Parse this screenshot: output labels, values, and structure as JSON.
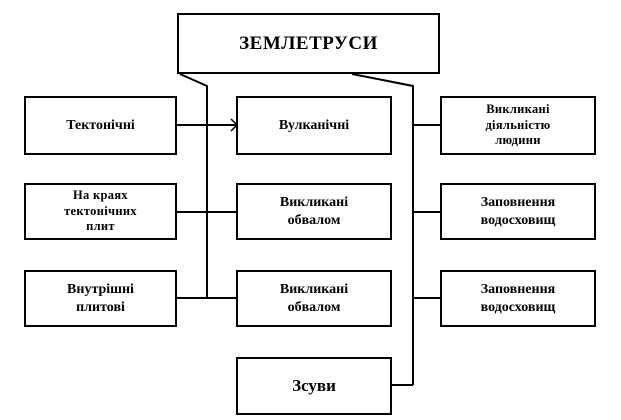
{
  "title": "ЗЕМЛЕТРУСИ",
  "left_column": [
    "Тектонічні",
    "На краях\nтектонічних\nплит",
    "Внутрішні\nплитові"
  ],
  "middle_column": [
    "Вулканічні",
    "Викликані\nобвалом",
    "Викликані\nобвалом",
    "Зсуви"
  ],
  "right_column": [
    "Викликані\nдіяльністю\nлюдини",
    "Заповнення\nводосховищ",
    "Заповнення\nводосховищ"
  ]
}
